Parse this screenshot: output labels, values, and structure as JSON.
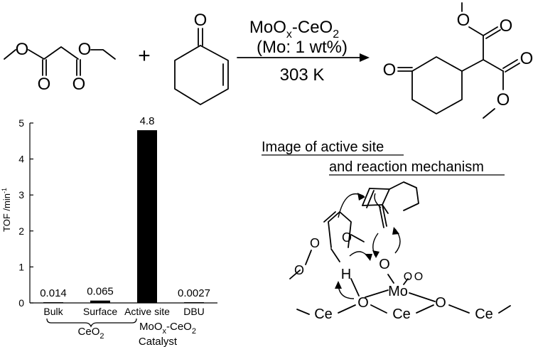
{
  "scheme": {
    "reagent_main": "MoO",
    "reagent_sub": "x",
    "reagent_tail": "-CeO",
    "reagent_tail_sub": "2",
    "loading": "(Mo: 1 wt%)",
    "temperature": "303 K",
    "plus": "+",
    "atom_o": "O"
  },
  "chart_data": {
    "type": "bar",
    "categories": [
      "Bulk",
      "Surface",
      "Active site",
      "DBU"
    ],
    "values": [
      0.014,
      0.065,
      4.8,
      0.0027
    ],
    "value_labels": [
      "0.014",
      "0.065",
      "4.8",
      "0.0027"
    ],
    "ylim": [
      0,
      5
    ],
    "yticks": [
      "0",
      "1",
      "2",
      "3",
      "4",
      "5"
    ],
    "ylabel_main": "TOF /min",
    "ylabel_sup": "-1",
    "group_label_main": "CeO",
    "group_label_sub": "2",
    "cat3_sub_a": "MoO",
    "cat3_sub_x": "x",
    "cat3_sub_b": "-CeO",
    "cat3_sub_2": "2",
    "xlabel": "Catalyst",
    "bar_color": "#000000"
  },
  "mechanism": {
    "title_line1": "Image of active site",
    "title_line2": "and reaction mechanism",
    "atom_o": "O",
    "atom_h": "H",
    "atom_mo": "Mo",
    "atom_ce": "Ce"
  }
}
